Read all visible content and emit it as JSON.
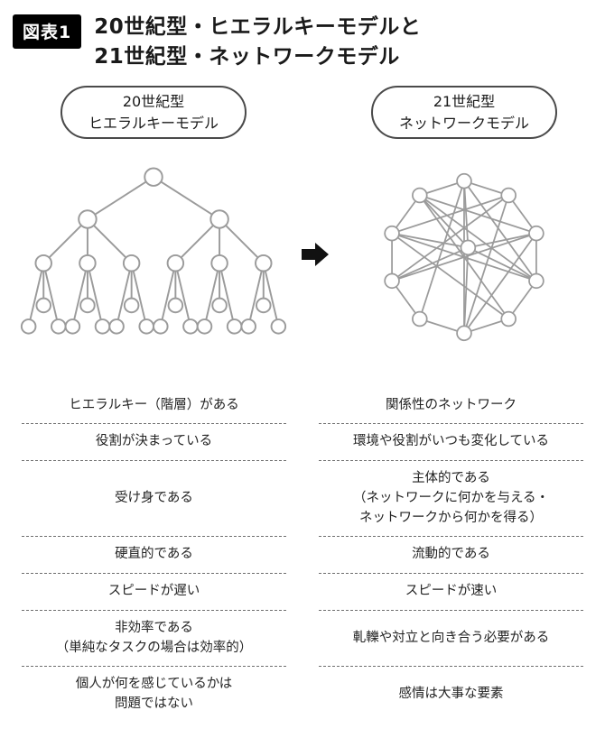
{
  "header": {
    "badge": "図表1",
    "title": "20世紀型・ヒエラルキーモデルと\n21世紀型・ネットワークモデル"
  },
  "models": {
    "hierarchy_label": "20世紀型\nヒエラルキーモデル",
    "network_label": "21世紀型\nネットワークモデル"
  },
  "icons": {
    "arrow": "right-arrow",
    "left_diagram": "hierarchy-tree",
    "right_diagram": "network-graph"
  },
  "colors": {
    "badge_bg": "#000000",
    "badge_text": "#ffffff",
    "diagram_gray": "#9b9b9b",
    "text": "#1a1a1a",
    "dashed_divider": "#6e6e6e"
  },
  "compare": {
    "rows": [
      {
        "left": "ヒエラルキー（階層）がある",
        "right": "関係性のネットワーク"
      },
      {
        "left": "役割が決まっている",
        "right": "環境や役割がいつも変化している"
      },
      {
        "left": "受け身である",
        "right": "主体的である\n（ネットワークに何かを与える・\nネットワークから何かを得る）"
      },
      {
        "left": "硬直的である",
        "right": "流動的である"
      },
      {
        "left": "スピードが遅い",
        "right": "スピードが速い"
      },
      {
        "left": "非効率である\n（単純なタスクの場合は効率的）",
        "right": "軋轢や対立と向き合う必要がある"
      },
      {
        "left": "個人が何を感じているかは\n問題ではない",
        "right": "感情は大事な要素"
      }
    ]
  }
}
